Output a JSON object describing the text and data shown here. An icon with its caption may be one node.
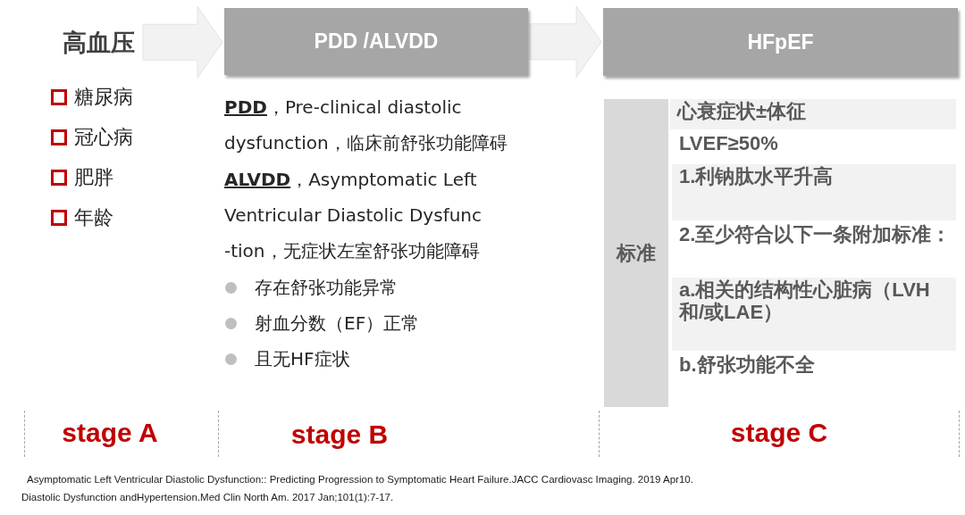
{
  "diagram": {
    "nodes": [
      {
        "text": [
          "高血压"
        ]
      },
      {
        "text": [
          "PDD /ALVDD"
        ]
      },
      {
        "text": [
          "HFpEF"
        ]
      },
      {
        "text": [
          "标准"
        ]
      },
      {
        "text": [
          "心衰症状±体征"
        ]
      },
      {
        "text": [
          "LVEF≥50%"
        ]
      },
      {
        "text": [
          "1.利钠肽水平升高"
        ]
      },
      {
        "text": [
          "2.至少符合以下一条附加标准："
        ]
      },
      {
        "text": [
          "a.相关的结构性心脏病（LVH和/或LAE）"
        ]
      },
      {
        "text": [
          "b.舒张功能不全"
        ]
      }
    ],
    "edges": [
      {
        "from": 0,
        "to": 1,
        "arrow": "to",
        "style": "thick"
      },
      {
        "from": 1,
        "to": 2,
        "arrow": "to",
        "style": "thick"
      }
    ],
    "labels": [
      "糖尿病",
      "冠心病",
      "肥胖",
      "年龄",
      "**PDD**，Pre-clinical diastolic dysfunction，临床前舒张功能障碍",
      "**ALVDD**，Asymptomatic Left Ventricular Diastolic Dysfunc -tion，无症状左室舒张功能障碍",
      "存在舒张功能异常",
      "射血分数（EF）正常",
      "且无HF症状",
      "stage A",
      "stage B",
      "stage C",
      "Asymptomatic Left Ventricular Diastolic Dysfunction:: Predicting Progression to Symptomatic Heart Failure.JACC Cardiovasc Imaging. 2019 Apr10.",
      "Diastolic Dysfunction andHypertension.Med Clin North Am. 2017 Jan;101(1):7-17."
    ]
  }
}
